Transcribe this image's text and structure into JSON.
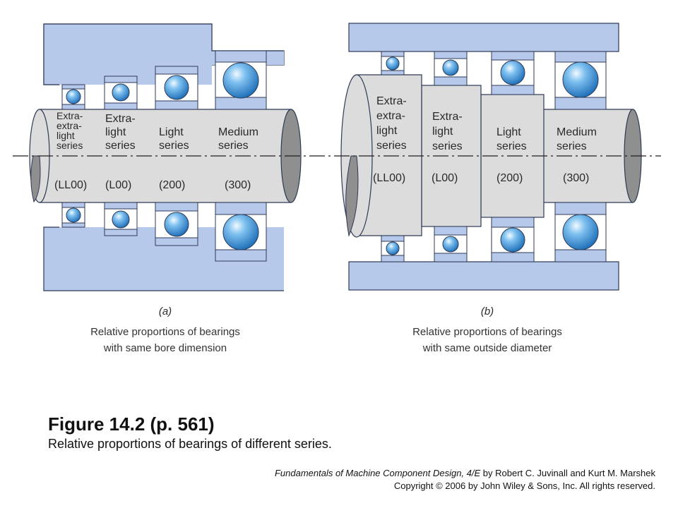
{
  "panel_a": {
    "series": [
      {
        "name_lines": [
          "Extra-",
          "extra-",
          "light",
          "series"
        ],
        "code": "(LL00)"
      },
      {
        "name_lines": [
          "Extra-",
          "light",
          "series"
        ],
        "code": "(L00)"
      },
      {
        "name_lines": [
          "Light",
          "series"
        ],
        "code": "(200)"
      },
      {
        "name_lines": [
          "Medium",
          "series"
        ],
        "code": "(300)"
      }
    ],
    "label": "(a)",
    "caption_line1": "Relative proportions of bearings",
    "caption_line2": "with same bore dimension"
  },
  "panel_b": {
    "series": [
      {
        "name_lines": [
          "Extra-",
          "extra-",
          "light",
          "series"
        ],
        "code": "(LL00)"
      },
      {
        "name_lines": [
          "Extra-",
          "light",
          "series"
        ],
        "code": "(L00)"
      },
      {
        "name_lines": [
          "Light",
          "series"
        ],
        "code": "(200)"
      },
      {
        "name_lines": [
          "Medium",
          "series"
        ],
        "code": "(300)"
      }
    ],
    "label": "(b)",
    "caption_line1": "Relative proportions of bearings",
    "caption_line2": "with same outside diameter"
  },
  "figure": {
    "title": "Figure 14.2  (p. 561)",
    "subtitle": "Relative proportions of bearings of different series."
  },
  "credit": {
    "book_title": "Fundamentals of Machine Component Design, 4/E",
    "book_rest": " by Robert C.  Juvinall and Kurt M. Marshek",
    "copyright": "Copyright © 2006 by John Wiley & Sons, Inc.  All rights reserved."
  },
  "colors": {
    "housing": "#b7c9ea",
    "housing_stroke": "#2d3a55",
    "shaft": "#dcdcdc",
    "shaft_end": "#8f8f8f",
    "ball": "#3a8fd6",
    "ball_highlight": "#e6f4ff"
  }
}
